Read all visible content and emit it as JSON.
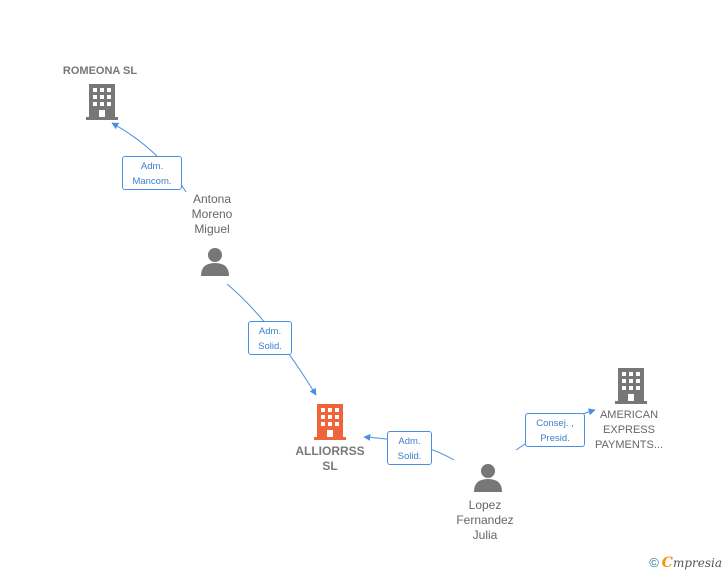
{
  "nodes": {
    "romeona": {
      "label_lines": [
        "ROMEONA  SL"
      ],
      "kind": "company",
      "color": "#777777"
    },
    "antona": {
      "label_lines": [
        "Antona",
        "Moreno",
        "Miguel"
      ],
      "kind": "person",
      "color": "#777777"
    },
    "alliorrss": {
      "label_lines": [
        "ALLIORRSS",
        "SL"
      ],
      "kind": "company-main",
      "color": "#f0643c"
    },
    "american": {
      "label_lines": [
        "AMERICAN",
        "EXPRESS",
        "PAYMENTS..."
      ],
      "kind": "company",
      "color": "#777777"
    },
    "lopez": {
      "label_lines": [
        "Lopez",
        "Fernandez",
        "Julia"
      ],
      "kind": "person",
      "color": "#777777"
    }
  },
  "relations": {
    "r1": {
      "lines": [
        "Adm.",
        "Mancom."
      ]
    },
    "r2": {
      "lines": [
        "Adm.",
        "Solid."
      ]
    },
    "r3": {
      "lines": [
        "Adm.",
        "Solid."
      ]
    },
    "r4": {
      "lines": [
        "Consej. ,",
        "Presid."
      ]
    }
  },
  "colors": {
    "edge": "#4a90e2",
    "icon_gray": "#777777",
    "icon_main": "#f0643c"
  },
  "footer": {
    "copyright": "©",
    "brand_first": "C",
    "brand_rest": "mpresia"
  }
}
